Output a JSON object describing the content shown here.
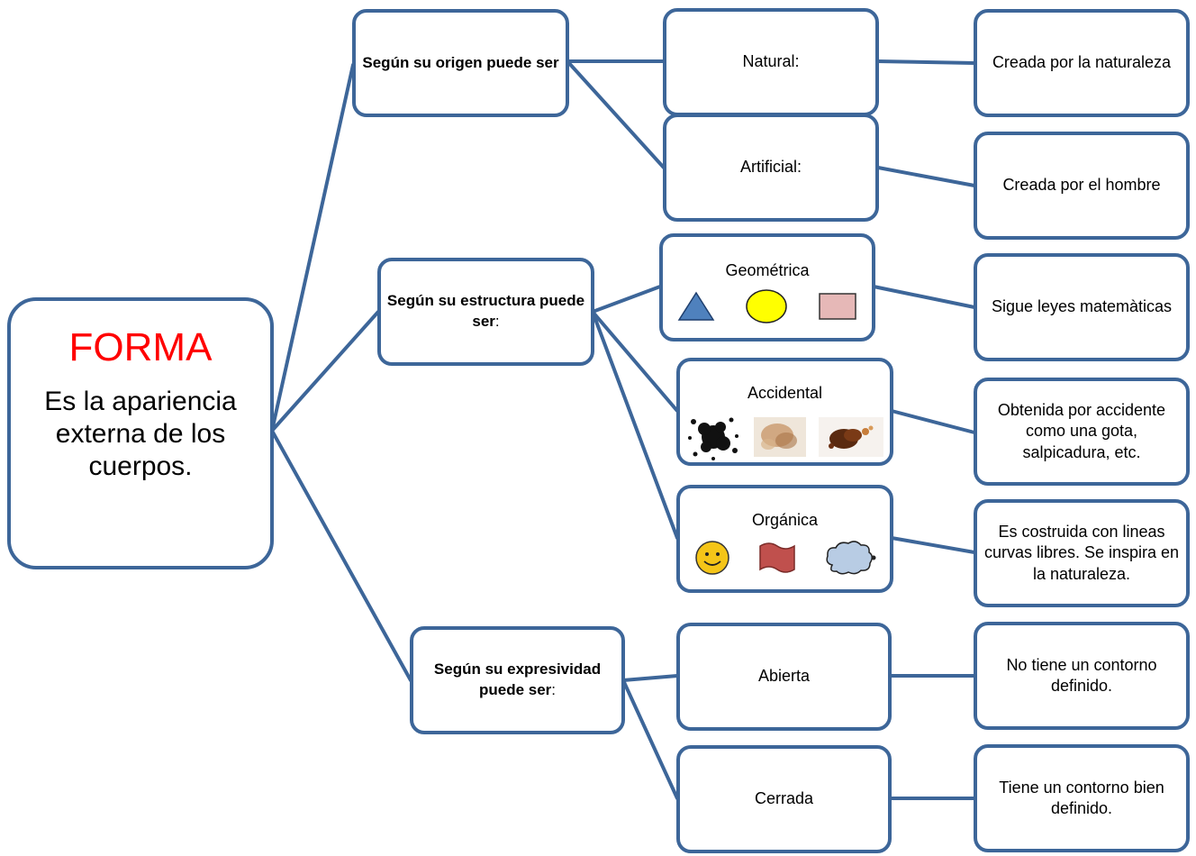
{
  "root": {
    "title": "FORMA",
    "description": "Es la apariencia externa de los cuerpos."
  },
  "origen": {
    "label_bold": "Según su origen puede ser",
    "natural": {
      "label": "Natural:",
      "desc": "Creada por la naturaleza"
    },
    "artificial": {
      "label": "Artificial:",
      "desc": "Creada por el hombre"
    }
  },
  "estructura": {
    "label_bold": "Según su estructura puede ser",
    "label_suffix": ":",
    "geometrica": {
      "label": "Geométrica",
      "desc": "Sigue leyes matemàticas"
    },
    "accidental": {
      "label": "Accidental",
      "desc": "Obtenida por accidente como una gota, salpicadura, etc."
    },
    "organica": {
      "label": "Orgánica",
      "desc": "Es costruida con lineas curvas libres. Se inspira en la naturaleza."
    }
  },
  "expresividad": {
    "label_bold": "Según su expresividad puede ser",
    "label_suffix": ":",
    "abierta": {
      "label": "Abierta",
      "desc": "No tiene un contorno definido."
    },
    "cerrada": {
      "label": "Cerrada",
      "desc": "Tiene un contorno bien definido."
    }
  },
  "colors": {
    "border": "#3d6699",
    "title": "#ff0000",
    "triangle": "#4f81bd",
    "circle": "#ffff00",
    "rectangle": "#e6b8b7",
    "smiley": "#f5c518",
    "flag": "#c0504d",
    "cloud": "#b8cce4"
  },
  "icons": [
    "triangle-icon",
    "circle-icon",
    "rectangle-icon",
    "ink-splatter-icon",
    "stain-icon",
    "drop-stain-icon",
    "smiley-icon",
    "wave-flag-icon",
    "cloud-icon"
  ]
}
